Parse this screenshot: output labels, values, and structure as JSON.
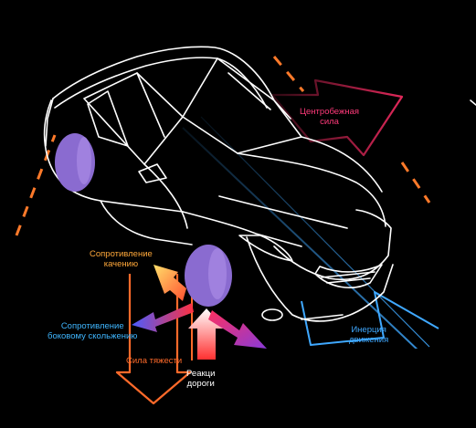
{
  "labels": {
    "centrifugal": [
      "Центробежная",
      "сила"
    ],
    "rolling": [
      "Сопротивление",
      "качению"
    ],
    "lateral": [
      "Сопротивление",
      "боковому скольжению"
    ],
    "gravity": "Сила тяжести",
    "road_reaction": [
      "Реакци",
      "дороги"
    ],
    "inertia": [
      "Инерция",
      "движения"
    ]
  },
  "colors": {
    "background": "#000000",
    "car_outline": "#ffffff",
    "wheel": "#8a6bd0",
    "dashes": "#ff7a2a",
    "centrifugal_arrow": "#e0285a",
    "centrifugal_text": "#ff3a7a",
    "rolling_text": "#ffa83a",
    "lateral_text": "#3fb6ff",
    "gravity_arrow": "#ff6a2a",
    "gravity_text": "#ff6a2a",
    "inertia_line": "#3fa8ff",
    "inertia_text": "#3fa8ff",
    "road_reaction_text": "#ffffff"
  }
}
